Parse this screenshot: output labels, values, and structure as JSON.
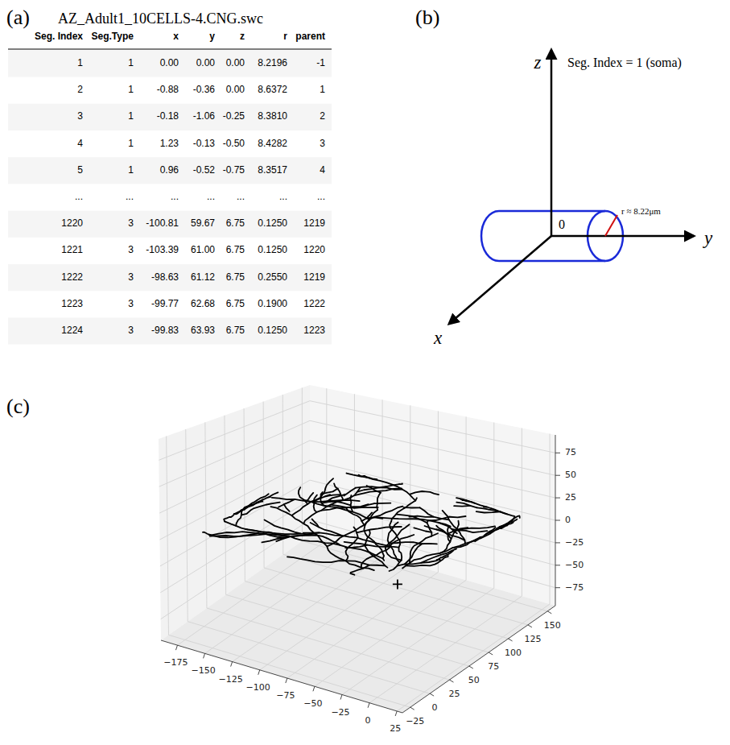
{
  "diagram": {
    "labels": [
      "(a)",
      "AZ_Adult1_10CELLS-4.CNG.swc",
      "Seg. Index",
      "Seg.Type",
      "x",
      "y",
      "z",
      "r",
      "parent",
      "1",
      "1",
      "0.00",
      "0.00",
      "0.00",
      "8.2196",
      "-1",
      "2",
      "1",
      "-0.88",
      "-0.36",
      "0.00",
      "8.6372",
      "1",
      "3",
      "1",
      "-0.18",
      "-1.06",
      "-0.25",
      "8.3810",
      "2",
      "4",
      "1",
      "1.23",
      "-0.13",
      "-0.50",
      "8.4282",
      "3",
      "5",
      "1",
      "0.96",
      "-0.52",
      "-0.75",
      "8.3517",
      "4",
      "...",
      "...",
      "...",
      "...",
      "...",
      "...",
      "...",
      "1220",
      "3",
      "-100.81",
      "59.67",
      "6.75",
      "0.1250",
      "1219",
      "1221",
      "3",
      "-103.39",
      "61.00",
      "6.75",
      "0.1250",
      "1220",
      "1222",
      "3",
      "-98.63",
      "61.12",
      "6.75",
      "0.2550",
      "1219",
      "1223",
      "3",
      "-99.77",
      "62.68",
      "6.75",
      "0.1900",
      "1222",
      "1224",
      "3",
      "-99.83",
      "63.93",
      "6.75",
      "0.1250",
      "1223",
      "(b)",
      "z",
      "Seg. Index = 1 (soma)",
      "r ≈ 8.22μm",
      "0",
      "y",
      "x",
      "(c)",
      "75",
      "50",
      "25",
      "0",
      "−25",
      "−50",
      "−75",
      "−175",
      "−150",
      "−125",
      "−100",
      "−75",
      "−50",
      "−25",
      "0",
      "25",
      "150",
      "125",
      "100",
      "75",
      "50",
      "25",
      "0",
      "−25"
    ]
  }
}
